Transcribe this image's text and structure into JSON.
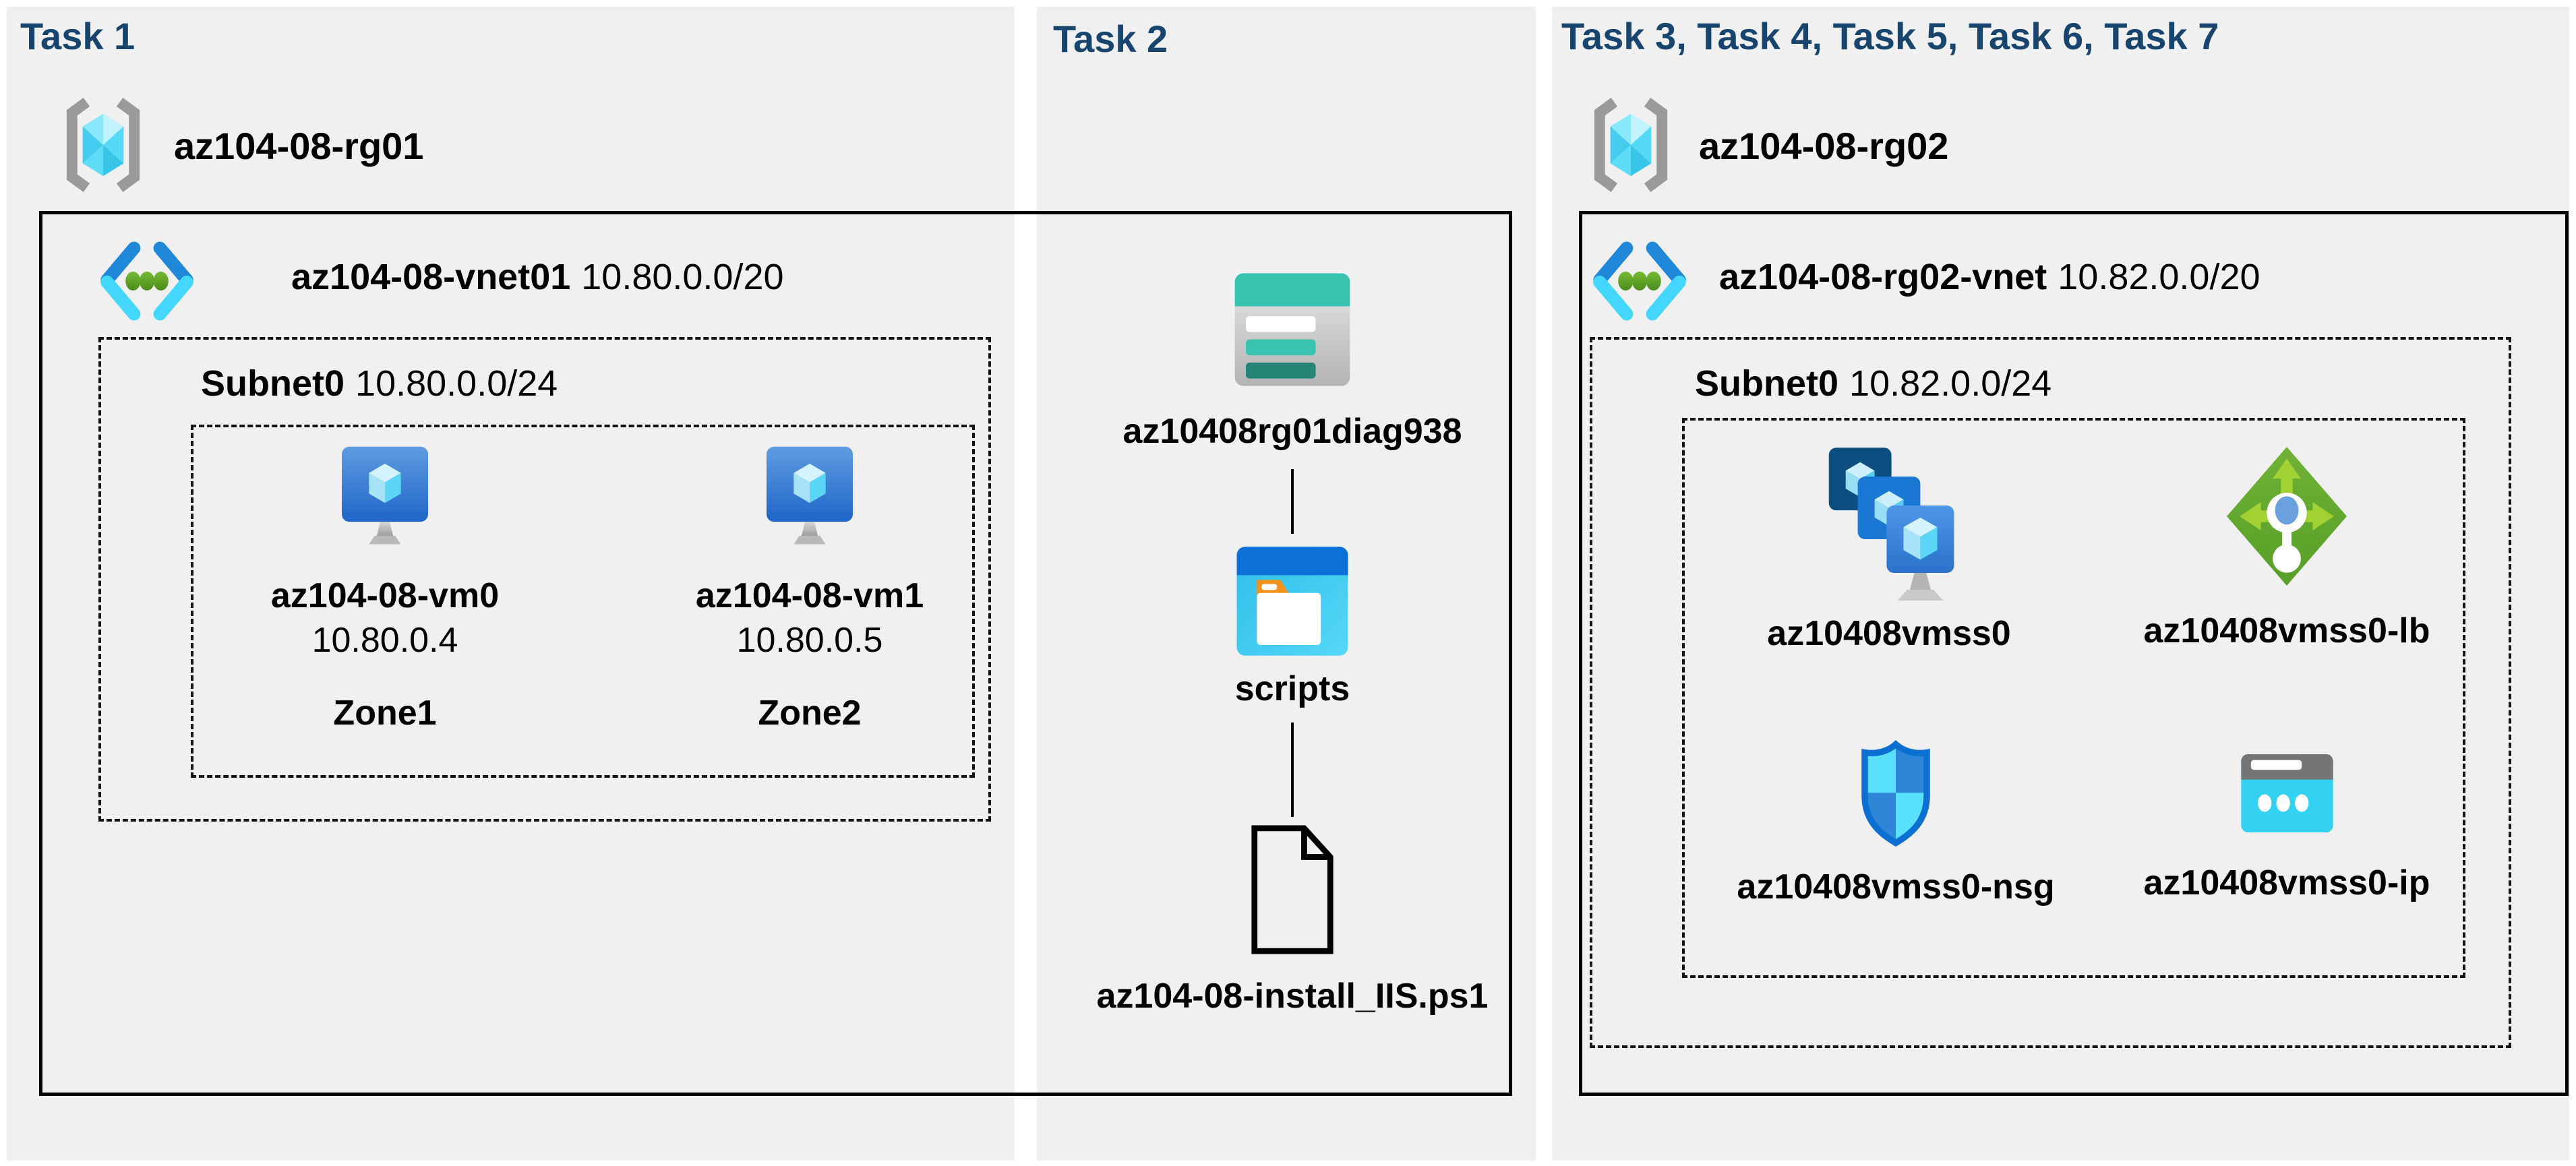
{
  "colors": {
    "page_bg": "#ffffff",
    "panel_bg": "#f0f0f0",
    "task_title": "#17456e",
    "text": "#000000",
    "border": "#000000",
    "vnet_arm_top": "#1f88d9",
    "vnet_arm_bottom": "#44d7fd",
    "vnet_dot_green": "#5ca024",
    "storage_teal": "#38c2b0",
    "storage_teal_dark": "#278577",
    "lb_green": "#64a830",
    "nsg_blue": "#2f85d8",
    "nsg_cyan": "#59e0fc",
    "ip_cyan": "#33d2f2"
  },
  "panels": [
    {
      "title": "Task 1",
      "resource_group": "az104-08-rg01",
      "vnet": {
        "name": "az104-08-vnet01",
        "cidr": "10.80.0.0/20"
      },
      "subnet": {
        "name": "Subnet0",
        "cidr": "10.80.0.0/24"
      },
      "vms": [
        {
          "name": "az104-08-vm0",
          "ip": "10.80.0.4",
          "zone": "Zone1"
        },
        {
          "name": "az104-08-vm1",
          "ip": "10.80.0.5",
          "zone": "Zone2"
        }
      ]
    },
    {
      "title": "Task 2",
      "storage_account": "az10408rg01diag938",
      "container": "scripts",
      "script_file": "az104-08-install_IIS.ps1"
    },
    {
      "title": "Task 3, Task 4, Task 5, Task 6, Task 7",
      "resource_group": "az104-08-rg02",
      "vnet": {
        "name": "az104-08-rg02-vnet",
        "cidr": "10.82.0.0/20"
      },
      "subnet": {
        "name": "Subnet0",
        "cidr": "10.82.0.0/24"
      },
      "resources": [
        {
          "name": "az10408vmss0",
          "type": "virtual-machine-scale-set"
        },
        {
          "name": "az10408vmss0-lb",
          "type": "load-balancer"
        },
        {
          "name": "az10408vmss0-nsg",
          "type": "network-security-group"
        },
        {
          "name": "az10408vmss0-ip",
          "type": "public-ip-address"
        }
      ]
    }
  ]
}
